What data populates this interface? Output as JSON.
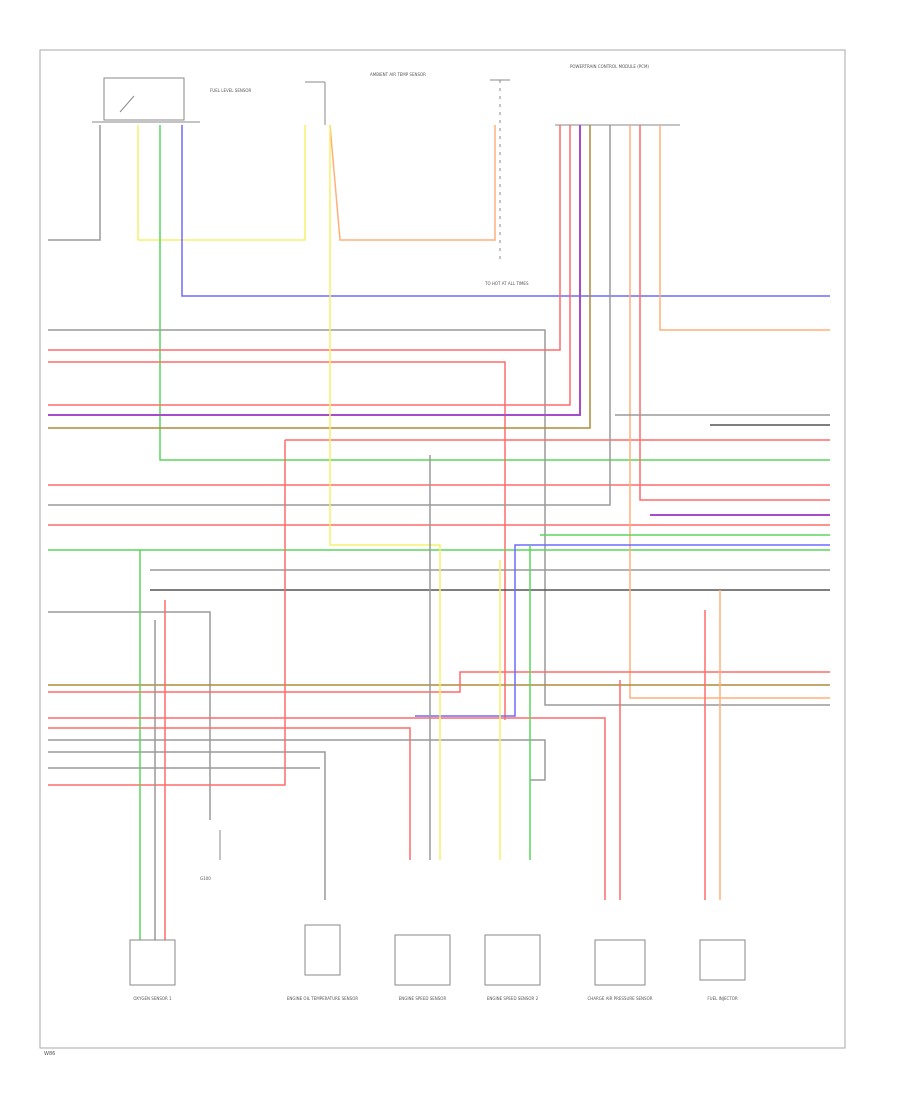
{
  "diagram": {
    "footer_code": "W86",
    "connectors": [
      {
        "label": "FUEL LEVEL SENSOR"
      },
      {
        "label": "AMBIENT AIR TEMP SENSOR"
      },
      {
        "label": "POWERTRAIN CONTROL MODULE (PCM)"
      },
      {
        "label": "TO HOT AT ALL TIMES"
      }
    ],
    "bottom_components": [
      {
        "label": "OXYGEN SENSOR 1"
      },
      {
        "label": "ENGINE OIL TEMPERATURE SENSOR"
      },
      {
        "label": "ENGINE SPEED SENSOR"
      },
      {
        "label": "ENGINE SPEED SENSOR 2"
      },
      {
        "label": "CHARGE AIR PRESSURE SENSOR"
      },
      {
        "label": "FUEL INJECTOR"
      }
    ],
    "ground_label": "G100",
    "wire_colors": {
      "red": "#ff6b6b",
      "green": "#5cd65c",
      "yellow": "#f5f06a",
      "blue": "#6b6bff",
      "purple": "#a64dcc",
      "orange": "#ffb07a",
      "gray": "#9a9a9a",
      "black": "#555555",
      "brown": "#b08a3a"
    }
  }
}
